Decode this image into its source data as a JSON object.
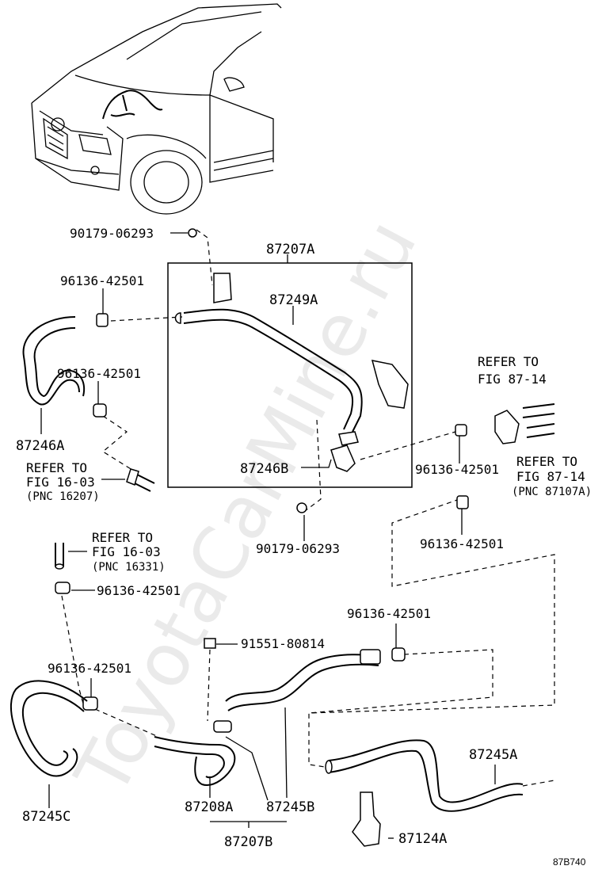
{
  "watermark": "ToyotaCarMine.ru",
  "diagram_code": "87B740",
  "labels": {
    "clip_top": "90179-06293",
    "group_top": "87207A",
    "clamp_left_1": "96136-42501",
    "hose_87249A": "87249A",
    "clamp_left_2": "96136-42501",
    "refer_right_title_1": "REFER TO",
    "refer_right_title_2": "FIG 87-14",
    "hose_87246A": "87246A",
    "refer_left_1": "REFER TO",
    "refer_left_2": "FIG 16-03",
    "refer_left_3": "(PNC 16207)",
    "hose_87246B": "87246B",
    "clamp_right_1": "96136-42501",
    "refer_right_1": "REFER TO",
    "refer_right_2": "FIG 87-14",
    "refer_right_3": "(PNC 87107A)",
    "clip_mid": "90179-06293",
    "clamp_right_2": "96136-42501",
    "refer_mid_1": "REFER TO",
    "refer_mid_2": "FIG 16-03",
    "refer_mid_3": "(PNC 16331)",
    "clamp_mid": "96136-42501",
    "clamp_lower_right": "96136-42501",
    "bolt": "91551-80814",
    "clamp_lower_left": "96136-42501",
    "hose_87245A": "87245A",
    "hose_87245C": "87245C",
    "pipe_87208A": "87208A",
    "hose_87245B": "87245B",
    "bracket_87124A": "87124A",
    "group_bottom": "87207B"
  }
}
